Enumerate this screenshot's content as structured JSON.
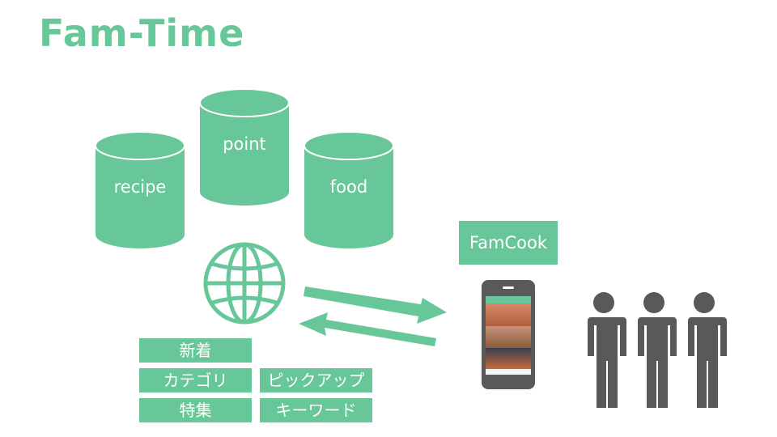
{
  "title": "Fam-Time",
  "databases": [
    {
      "label": "recipe"
    },
    {
      "label": "point"
    },
    {
      "label": "food"
    }
  ],
  "app_label": "FamCook",
  "features": [
    "新着",
    "カテゴリ",
    "ピックアップ",
    "特集",
    "キーワード"
  ],
  "colors": {
    "accent": "#68C799",
    "gray": "#595959"
  }
}
